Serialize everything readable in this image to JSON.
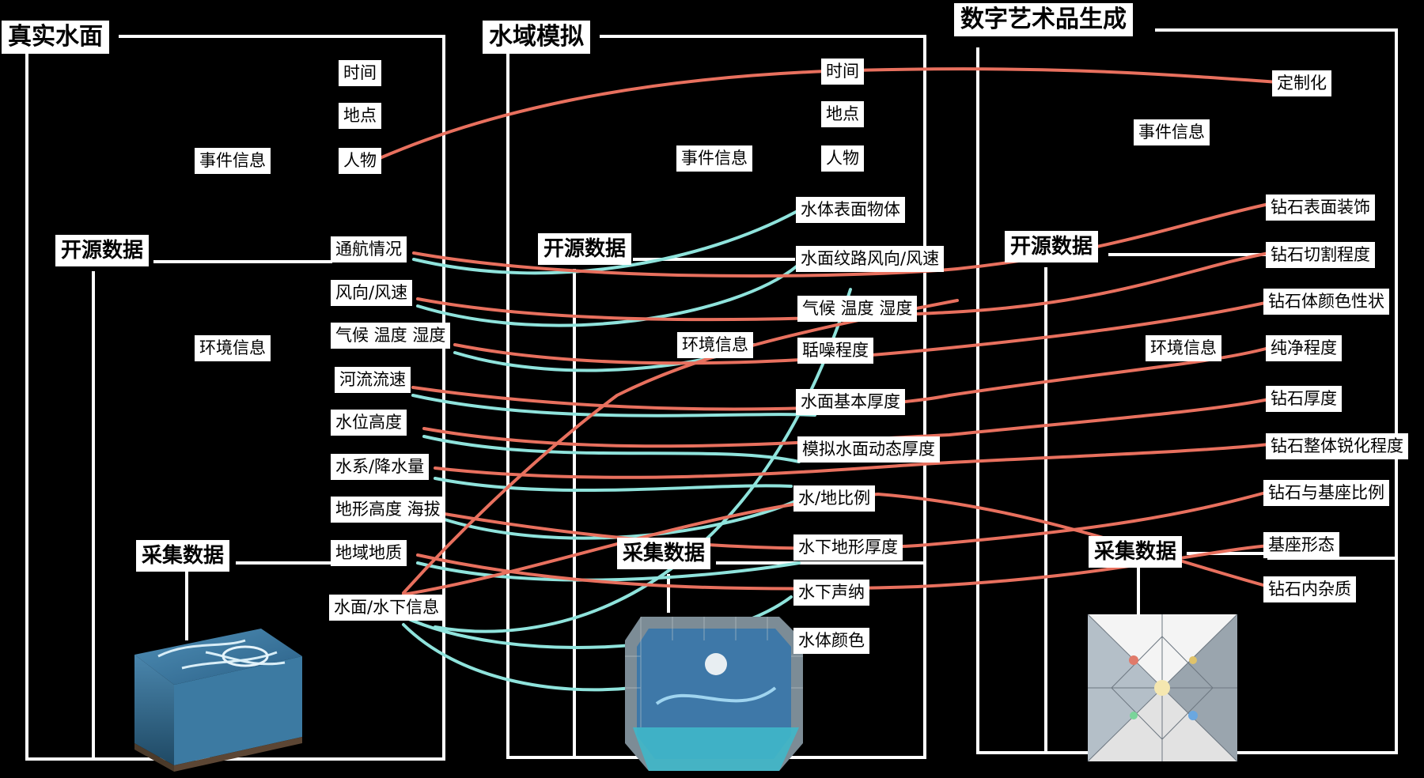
{
  "columns": {
    "real": {
      "title": "真实水面",
      "event_group": "事件信息",
      "event_items": [
        "时间",
        "地点",
        "人物"
      ],
      "open_data": "开源数据",
      "env_group": "环境信息",
      "env_items": [
        "通航情况",
        "风向/风速",
        "气候 温度 湿度",
        "河流流速",
        "水位高度",
        "水系/降水量",
        "地形高度 海拔",
        "地域地质",
        "水面/水下信息"
      ],
      "collect_data": "采集数据"
    },
    "sim": {
      "title": "水域模拟",
      "event_group": "事件信息",
      "event_items": [
        "时间",
        "地点",
        "人物"
      ],
      "open_data": "开源数据",
      "env_group": "环境信息",
      "env_items": [
        "水体表面物体",
        "水面纹路风向/风速",
        "气候 温度 湿度",
        "聒噪程度",
        "水面基本厚度",
        "模拟水面动态厚度",
        "水/地比例",
        "水下地形厚度",
        "水下声纳",
        "水体颜色"
      ],
      "collect_data": "采集数据"
    },
    "art": {
      "title": "数字艺术品生成",
      "event_group": "事件信息",
      "event_items": [
        "定制化"
      ],
      "open_data": "开源数据",
      "env_group": "环境信息",
      "env_items": [
        "钻石表面装饰",
        "钻石切割程度",
        "钻石体颜色性状",
        "纯净程度",
        "钻石厚度",
        "钻石整体锐化程度",
        "钻石与基座比例",
        "基座形态",
        "钻石内杂质"
      ],
      "collect_data": "采集数据"
    }
  },
  "colors": {
    "background": "#000000",
    "frame": "#ffffff",
    "red_link": "#e8705e",
    "cyan_link": "#8fe3dc"
  },
  "images": [
    "water-block-image",
    "water-tank-image",
    "diamond-image"
  ]
}
